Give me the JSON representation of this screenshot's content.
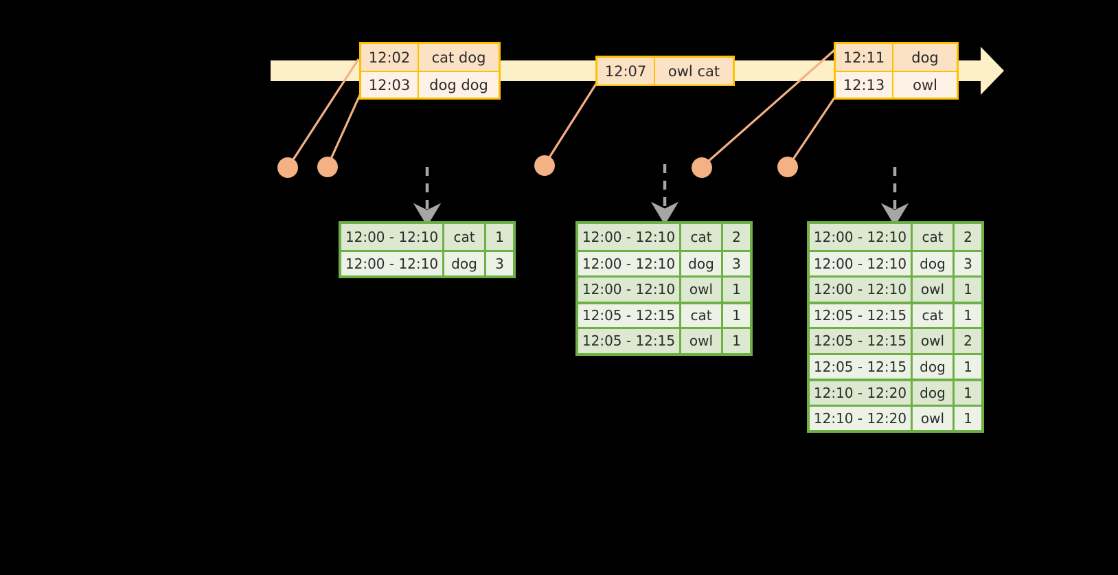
{
  "colors": {
    "timeline_fill": "#FDEFC8",
    "event_border": "#FFC000",
    "event_fill_odd": "#FCE2C4",
    "event_fill_even": "#FEF2E6",
    "dot": "#F4B183",
    "leader_line": "#F4B183",
    "table_border": "#6EAF46",
    "table_fill_shade": "#DCE8CF",
    "table_fill_plain": "#EDF2E7",
    "dashed_arrow": "#A6A6A6",
    "background": "#000000"
  },
  "timeline": {
    "name": "event-timeline-arrow",
    "direction": "right"
  },
  "event_boxes": [
    {
      "id": "event-box-1",
      "rows": [
        {
          "time": "12:02",
          "payload": "cat dog"
        },
        {
          "time": "12:03",
          "payload": "dog dog"
        }
      ]
    },
    {
      "id": "event-box-2",
      "rows": [
        {
          "time": "12:07",
          "payload": "owl cat"
        }
      ]
    },
    {
      "id": "event-box-3",
      "rows": [
        {
          "time": "12:11",
          "payload": "dog"
        },
        {
          "time": "12:13",
          "payload": "owl"
        }
      ]
    }
  ],
  "event_dots": [
    {
      "id": "event-dot-1"
    },
    {
      "id": "event-dot-2"
    },
    {
      "id": "event-dot-3"
    },
    {
      "id": "event-dot-4"
    },
    {
      "id": "event-dot-5"
    }
  ],
  "result_tables": [
    {
      "id": "result-table-1",
      "rows": [
        {
          "window": "12:00 - 12:10",
          "word": "cat",
          "count": "1",
          "group": 0
        },
        {
          "window": "12:00 - 12:10",
          "word": "dog",
          "count": "3",
          "group": 0
        }
      ]
    },
    {
      "id": "result-table-2",
      "rows": [
        {
          "window": "12:00 - 12:10",
          "word": "cat",
          "count": "2",
          "group": 0
        },
        {
          "window": "12:00 - 12:10",
          "word": "dog",
          "count": "3",
          "group": 0
        },
        {
          "window": "12:00 - 12:10",
          "word": "owl",
          "count": "1",
          "group": 0
        },
        {
          "window": "12:05 - 12:15",
          "word": "cat",
          "count": "1",
          "group": 1
        },
        {
          "window": "12:05 - 12:15",
          "word": "owl",
          "count": "1",
          "group": 1
        }
      ]
    },
    {
      "id": "result-table-3",
      "rows": [
        {
          "window": "12:00 - 12:10",
          "word": "cat",
          "count": "2",
          "group": 0
        },
        {
          "window": "12:00 - 12:10",
          "word": "dog",
          "count": "3",
          "group": 0
        },
        {
          "window": "12:00 - 12:10",
          "word": "owl",
          "count": "1",
          "group": 0
        },
        {
          "window": "12:05 - 12:15",
          "word": "cat",
          "count": "1",
          "group": 1
        },
        {
          "window": "12:05 - 12:15",
          "word": "owl",
          "count": "2",
          "group": 1
        },
        {
          "window": "12:05 - 12:15",
          "word": "dog",
          "count": "1",
          "group": 1
        },
        {
          "window": "12:10 - 12:20",
          "word": "dog",
          "count": "1",
          "group": 2
        },
        {
          "window": "12:10 - 12:20",
          "word": "owl",
          "count": "1",
          "group": 2
        }
      ]
    }
  ]
}
